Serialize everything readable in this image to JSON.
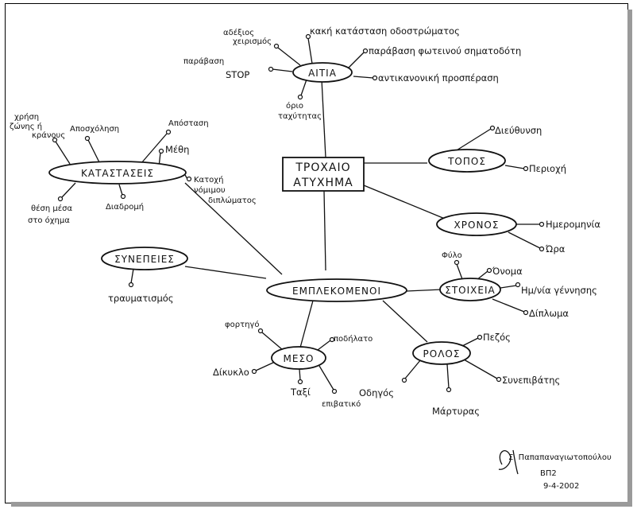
{
  "center": {
    "line1": "ΤΡΟΧΑΙΟ",
    "line2": "ΑΤΥΧΗΜΑ"
  },
  "hubs": {
    "aitia": "ΑΙΤΙΑ",
    "topos": "ΤΟΠΟΣ",
    "xronos": "ΧΡΟΝΟΣ",
    "katastaseis": "ΚΑΤΑΣΤΑΣΕΙΣ",
    "synepeies": "ΣΥΝΕΠΕΙΕΣ",
    "emplekomenoi": "ΕΜΠΛΕΚΟΜΕΝΟΙ",
    "stoixeia": "ΣΤΟΙΧΕΙΑ",
    "meso": "ΜΕΣΟ",
    "rolos": "ΡΟΛΟΣ"
  },
  "aitia_items": {
    "kaki_katastasi": "κακή κατάσταση οδοστρώματος",
    "adexios_1": "αδέξιος",
    "adexios_2": "χειρισμός",
    "paravasi_fot": "παράβαση φωτεινού σηματοδότη",
    "paravasi_stop_1": "παράβαση",
    "paravasi_stop_2": "STOP",
    "antikanoniki": "αντικανονική προσπέραση",
    "orio_1": "όριο",
    "orio_2": "ταχύτητας"
  },
  "topos_items": {
    "dieythynsi": "Διεύθυνση",
    "perioxi": "Περιοχή"
  },
  "xronos_items": {
    "imerominia": "Ημερομηνία",
    "ora": "Ώρα"
  },
  "katastaseis_items": {
    "xrisi_1": "χρήση",
    "xrisi_2": "ζώνης ή",
    "xrisi_3": "κράνους",
    "aposxolisi": "Αποσχόληση",
    "apostasi": "Απόσταση",
    "methi": "Μέθη",
    "katoxi_1": "Κατοχή",
    "katoxi_2": "νόμιμου",
    "katoxi_3": "διπλώματος",
    "thesi_1": "θέση μέσα",
    "thesi_2": "στο όχημα",
    "diadromi": "Διαδρομή"
  },
  "synepeies_items": {
    "traumatismos": "τραυματισμός"
  },
  "stoixeia_items": {
    "fylo": "Φύλο",
    "onoma": "Όνομα",
    "hm_gennisis": "Ημ/νία γέννησης",
    "diploma": "Δίπλωμα"
  },
  "meso_items": {
    "fortigo": "φορτηγό",
    "podilato": "ποδήλατο",
    "dikyklo": "Δίκυκλο",
    "taxi": "Ταξί",
    "epivatiko": "επιβατικό"
  },
  "rolos_items": {
    "pezos": "Πεζός",
    "odigos": "Οδηγός",
    "martyras": "Μάρτυρας",
    "synepivatis": "Συνεπιβάτης"
  },
  "signature": {
    "name": "Σ. Παπαπαναγιωτοπούλου",
    "class": "ΒΠ2",
    "date": "9-4-2002"
  }
}
